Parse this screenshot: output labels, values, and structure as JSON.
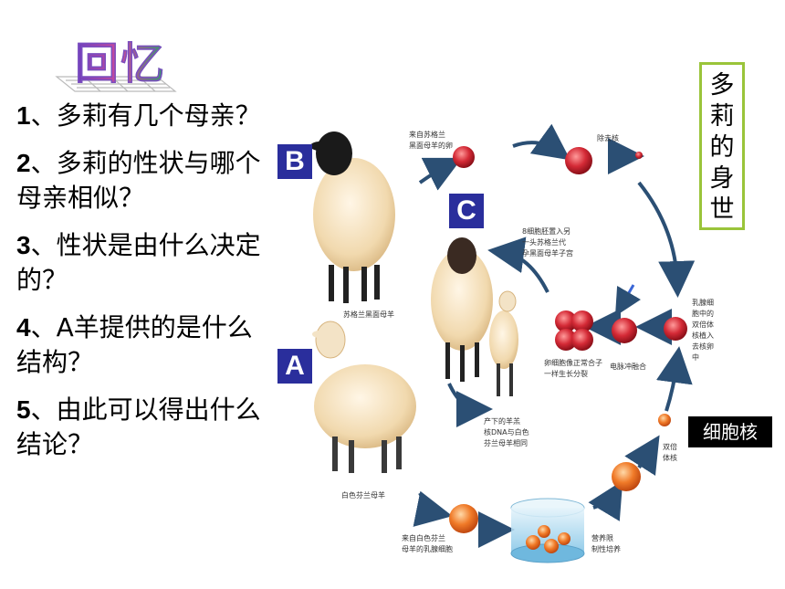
{
  "title": "回忆",
  "questions": [
    {
      "num": "1",
      "text": "、多莉有几个母亲？"
    },
    {
      "num": "2",
      "text": "、多莉的性状与哪个母亲相似？"
    },
    {
      "num": "3",
      "text": "、性状是由什么决定的？"
    },
    {
      "num": "4",
      "text": "、A羊提供的是什么结构？",
      "num_extra": "A"
    },
    {
      "num": "5",
      "text": "、由此可以得出什么结论？"
    }
  ],
  "badges": {
    "b": "B",
    "c": "C",
    "a": "A"
  },
  "vertical_label": [
    "多",
    "莉",
    "的",
    "身",
    "世"
  ],
  "nucleus_label": "细胞核",
  "captions": {
    "egg_from": [
      "来自苏格兰",
      "黑面母羊的卵"
    ],
    "remove_nucleus": "除去核",
    "embryo_transfer": [
      "8细胞胚置入另",
      "一头苏格兰代",
      "孕黑面母羊子宫"
    ],
    "black_sheep": "苏格兰黑面母羊",
    "mammary_nucleus": [
      "乳腺细",
      "胞中的",
      "双倍体",
      "核植入",
      "去核卵",
      "中"
    ],
    "embryo_like": [
      "卵细胞像正常合子",
      "一样生长分裂"
    ],
    "electric_fusion": "电脉冲融合",
    "offspring": [
      "产下的羊羔",
      "核DNA与白色",
      "芬兰母羊相同"
    ],
    "diploid_nucleus": [
      "双倍",
      "体核"
    ],
    "white_sheep": "白色芬兰母羊",
    "mammary_cell": [
      "来自白色芬兰",
      "母羊的乳腺细胞"
    ],
    "nutrient_culture": [
      "营养限",
      "制性培养"
    ]
  }
}
